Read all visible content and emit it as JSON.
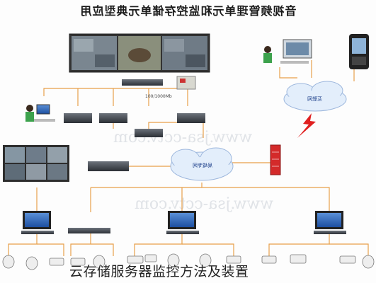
{
  "title": "音视频管理单元和监控存储单元典型应用",
  "caption": "云存储服务器监控方法及装置",
  "watermarks": [
    "www.jsa-cctv.com",
    "www.jsa-cctv.com"
  ],
  "clouds": {
    "upper": "互联网",
    "lower": "局域专网"
  },
  "labels": {
    "speed": "100/1000Mb"
  },
  "colors": {
    "cloud": "#e3eefb",
    "line": "#e8a04a",
    "firewall": "#d42a2a",
    "lightning": "#e02020"
  }
}
